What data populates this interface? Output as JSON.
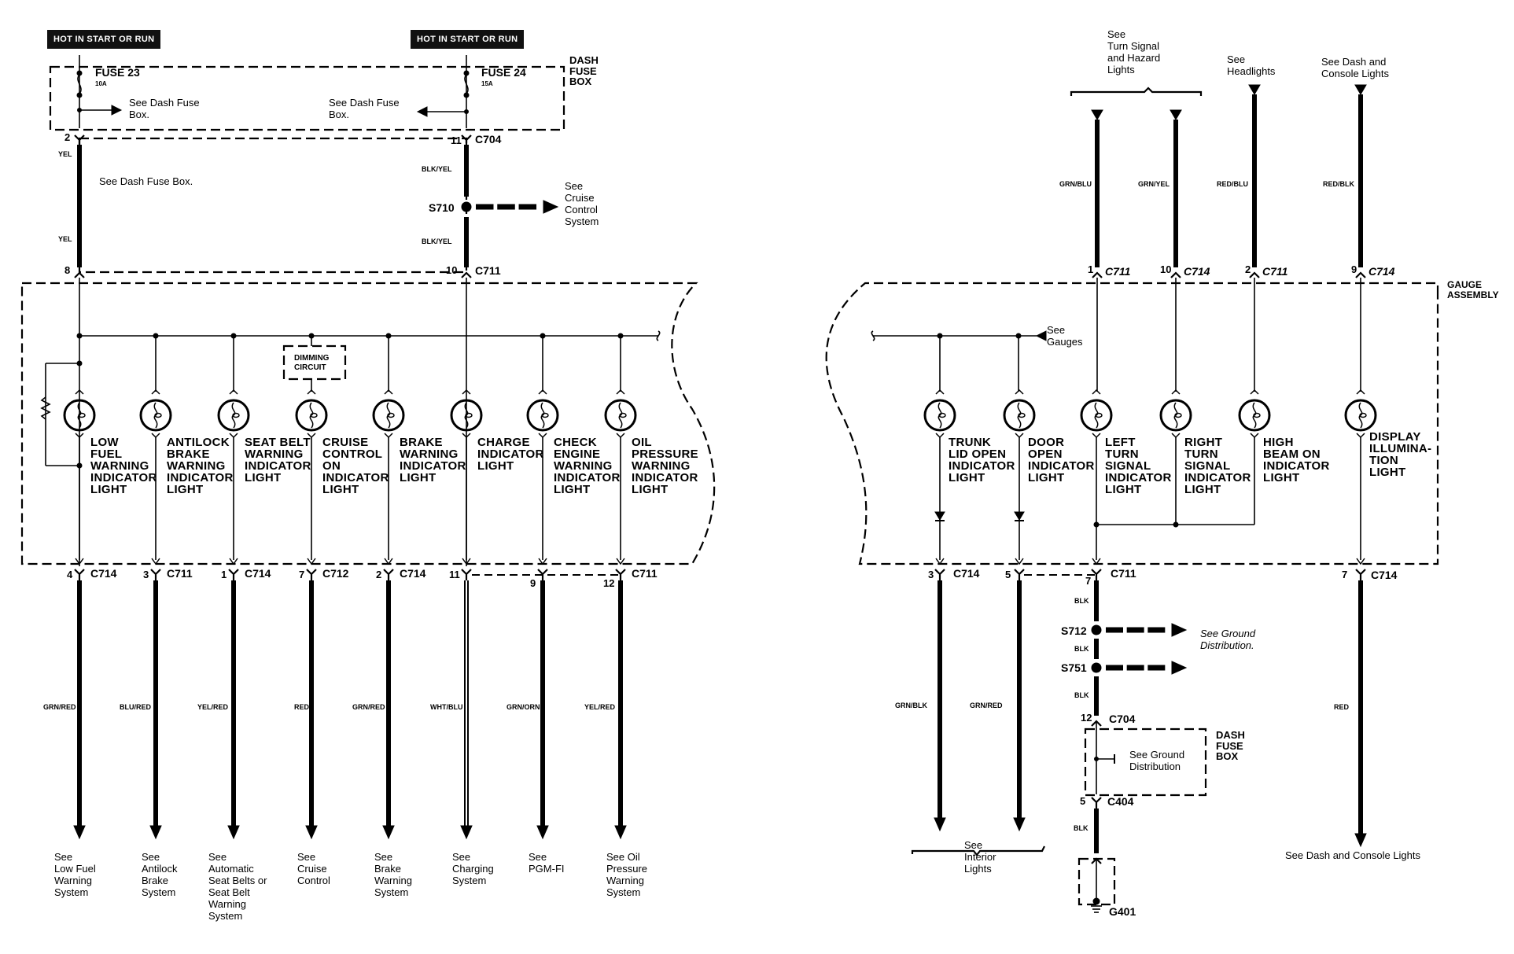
{
  "left": {
    "power_labels": [
      "HOT IN START OR RUN",
      "HOT IN START OR RUN"
    ],
    "fuse_box_label": "DASH\nFUSE\nBOX",
    "fuses": [
      {
        "name": "FUSE 23",
        "rating": "10A",
        "note": "See Dash Fuse\nBox."
      },
      {
        "name": "FUSE 24",
        "rating": "15A",
        "note": "See Dash Fuse\nBox."
      }
    ],
    "feed_left": {
      "pin_top": "2",
      "pin_bottom": "8",
      "color_top": "YEL",
      "color_bottom": "YEL",
      "note": "See Dash Fuse Box."
    },
    "feed_right": {
      "pin_top": "11",
      "connector_top": "C704",
      "pin_bottom": "10",
      "connector_bottom": "C711",
      "color_top": "BLK/YEL",
      "color_bottom": "BLK/YEL",
      "splice": "S710",
      "splice_note": "See\nCruise\nControl\nSystem"
    },
    "dimming_label": "DIMMING\nCIRCUIT",
    "indicators": [
      {
        "label": "LOW\nFUEL\nWARNING\nINDICATOR\nLIGHT",
        "pin": "4",
        "connector": "C714",
        "wire": "GRN/RED",
        "dest": "See\nLow Fuel\nWarning\nSystem"
      },
      {
        "label": "ANTILOCK\nBRAKE\nWARNING\nINDICATOR\nLIGHT",
        "pin": "3",
        "connector": "C711",
        "wire": "BLU/RED",
        "dest": "See\nAntilock\nBrake\nSystem"
      },
      {
        "label": "SEAT BELT\nWARNING\nINDICATOR\nLIGHT",
        "pin": "1",
        "connector": "C714",
        "wire": "YEL/RED",
        "dest": "See\nAutomatic\nSeat Belts or\nSeat Belt\nWarning\nSystem"
      },
      {
        "label": "CRUISE\nCONTROL\nON\nINDICATOR\nLIGHT",
        "pin": "7",
        "connector": "C712",
        "wire": "RED",
        "dest": "See\nCruise\nControl"
      },
      {
        "label": "BRAKE\nWARNING\nINDICATOR\nLIGHT",
        "pin": "2",
        "connector": "C714",
        "wire": "GRN/RED",
        "dest": "See\nBrake\nWarning\nSystem"
      },
      {
        "label": "CHARGE\nINDICATOR\nLIGHT",
        "pin": "11",
        "connector": "",
        "wire": "WHT/BLU",
        "dest": "See\nCharging\nSystem"
      },
      {
        "label": "CHECK\nENGINE\nWARNING\nINDICATOR\nLIGHT",
        "pin": "9",
        "connector": "",
        "wire": "GRN/ORN",
        "dest": "See\nPGM-FI"
      },
      {
        "label": "OIL\nPRESSURE\nWARNING\nINDICATOR\nLIGHT",
        "pin": "12",
        "connector": "C711",
        "wire": "YEL/RED",
        "dest": "See Oil\nPressure\nWarning\nSystem"
      }
    ]
  },
  "right": {
    "top_notes": {
      "turn": "See\nTurn Signal\nand Hazard\nLights",
      "headlights": "See\nHeadlights",
      "dash": "See Dash and\nConsole Lights"
    },
    "top_wires": [
      {
        "wire": "GRN/BLU",
        "pin": "1",
        "connector": "C711"
      },
      {
        "wire": "GRN/YEL",
        "pin": "10",
        "connector": "C714"
      },
      {
        "wire": "RED/BLU",
        "pin": "2",
        "connector": "C711"
      },
      {
        "wire": "RED/BLK",
        "pin": "9",
        "connector": "C714"
      }
    ],
    "gauge_assembly_label": "GAUGE\nASSEMBLY",
    "gauges_note": "See\nGauges",
    "indicators": [
      {
        "label": "TRUNK\nLID OPEN\nINDICATOR\nLIGHT"
      },
      {
        "label": "DOOR\nOPEN\nINDICATOR\nLIGHT"
      },
      {
        "label": "LEFT\nTURN\nSIGNAL\nINDICATOR\nLIGHT"
      },
      {
        "label": "RIGHT\nTURN\nSIGNAL\nINDICATOR\nLIGHT"
      },
      {
        "label": "HIGH\nBEAM ON\nINDICATOR\nLIGHT"
      },
      {
        "label": "DISPLAY\nILLUMINA-\nTION\nLIGHT"
      }
    ],
    "bottom": {
      "trunk": {
        "pin": "3",
        "connector": "C714",
        "wire": "GRN/BLK"
      },
      "door": {
        "pin": "5",
        "wire": "GRN/RED"
      },
      "interior_note": "See\nInterior\nLights",
      "ground": {
        "pin_top": "7",
        "connector_top": "C711",
        "wire1": "BLK",
        "splice1": "S712",
        "splice1_note": "See Ground\nDistribution.",
        "wire2": "BLK",
        "splice2": "S751",
        "wire3": "BLK",
        "pin_c704": "12",
        "connector_c704": "C704",
        "fuse_box_label": "DASH\nFUSE\nBOX",
        "fuse_box_note": "See Ground\nDistribution",
        "pin_c404": "5",
        "connector_c404": "C404",
        "wire4": "BLK",
        "ground_point": "G401"
      },
      "display": {
        "pin": "7",
        "connector": "C714",
        "wire": "RED",
        "dest": "See Dash and Console Lights"
      }
    }
  }
}
